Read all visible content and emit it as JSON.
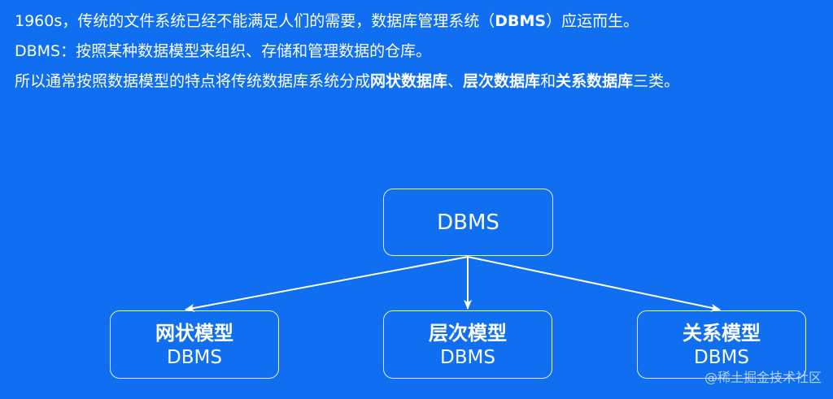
{
  "text_lines": {
    "line1": "1960s，传统的文件系统已经不能满足人们的需要，数据库管理系统（",
    "line1_bold": "DBMS",
    "line1_end": "）应运而生。",
    "line2": "DBMS：按照某种数据模型来组织、存储和管理数据的仓库。",
    "line3_start": "所以通常按照数据模型的特点将传统数据库系统分成",
    "line3_bold1": "网状数据库",
    "line3_sep1": "、",
    "line3_bold2": "层次数据库",
    "line3_sep2": "和",
    "line3_bold3": "关系数据库",
    "line3_end": "三类。"
  },
  "diagram": {
    "root": {
      "label": "DBMS"
    },
    "children": [
      {
        "title": "网状模型",
        "subtitle": "DBMS"
      },
      {
        "title": "层次模型",
        "subtitle": "DBMS"
      },
      {
        "title": "关系模型",
        "subtitle": "DBMS"
      }
    ]
  },
  "watermark": "@稀土掘金技术社区",
  "colors": {
    "background": "#0f6ff0",
    "foreground": "#ffffff"
  }
}
